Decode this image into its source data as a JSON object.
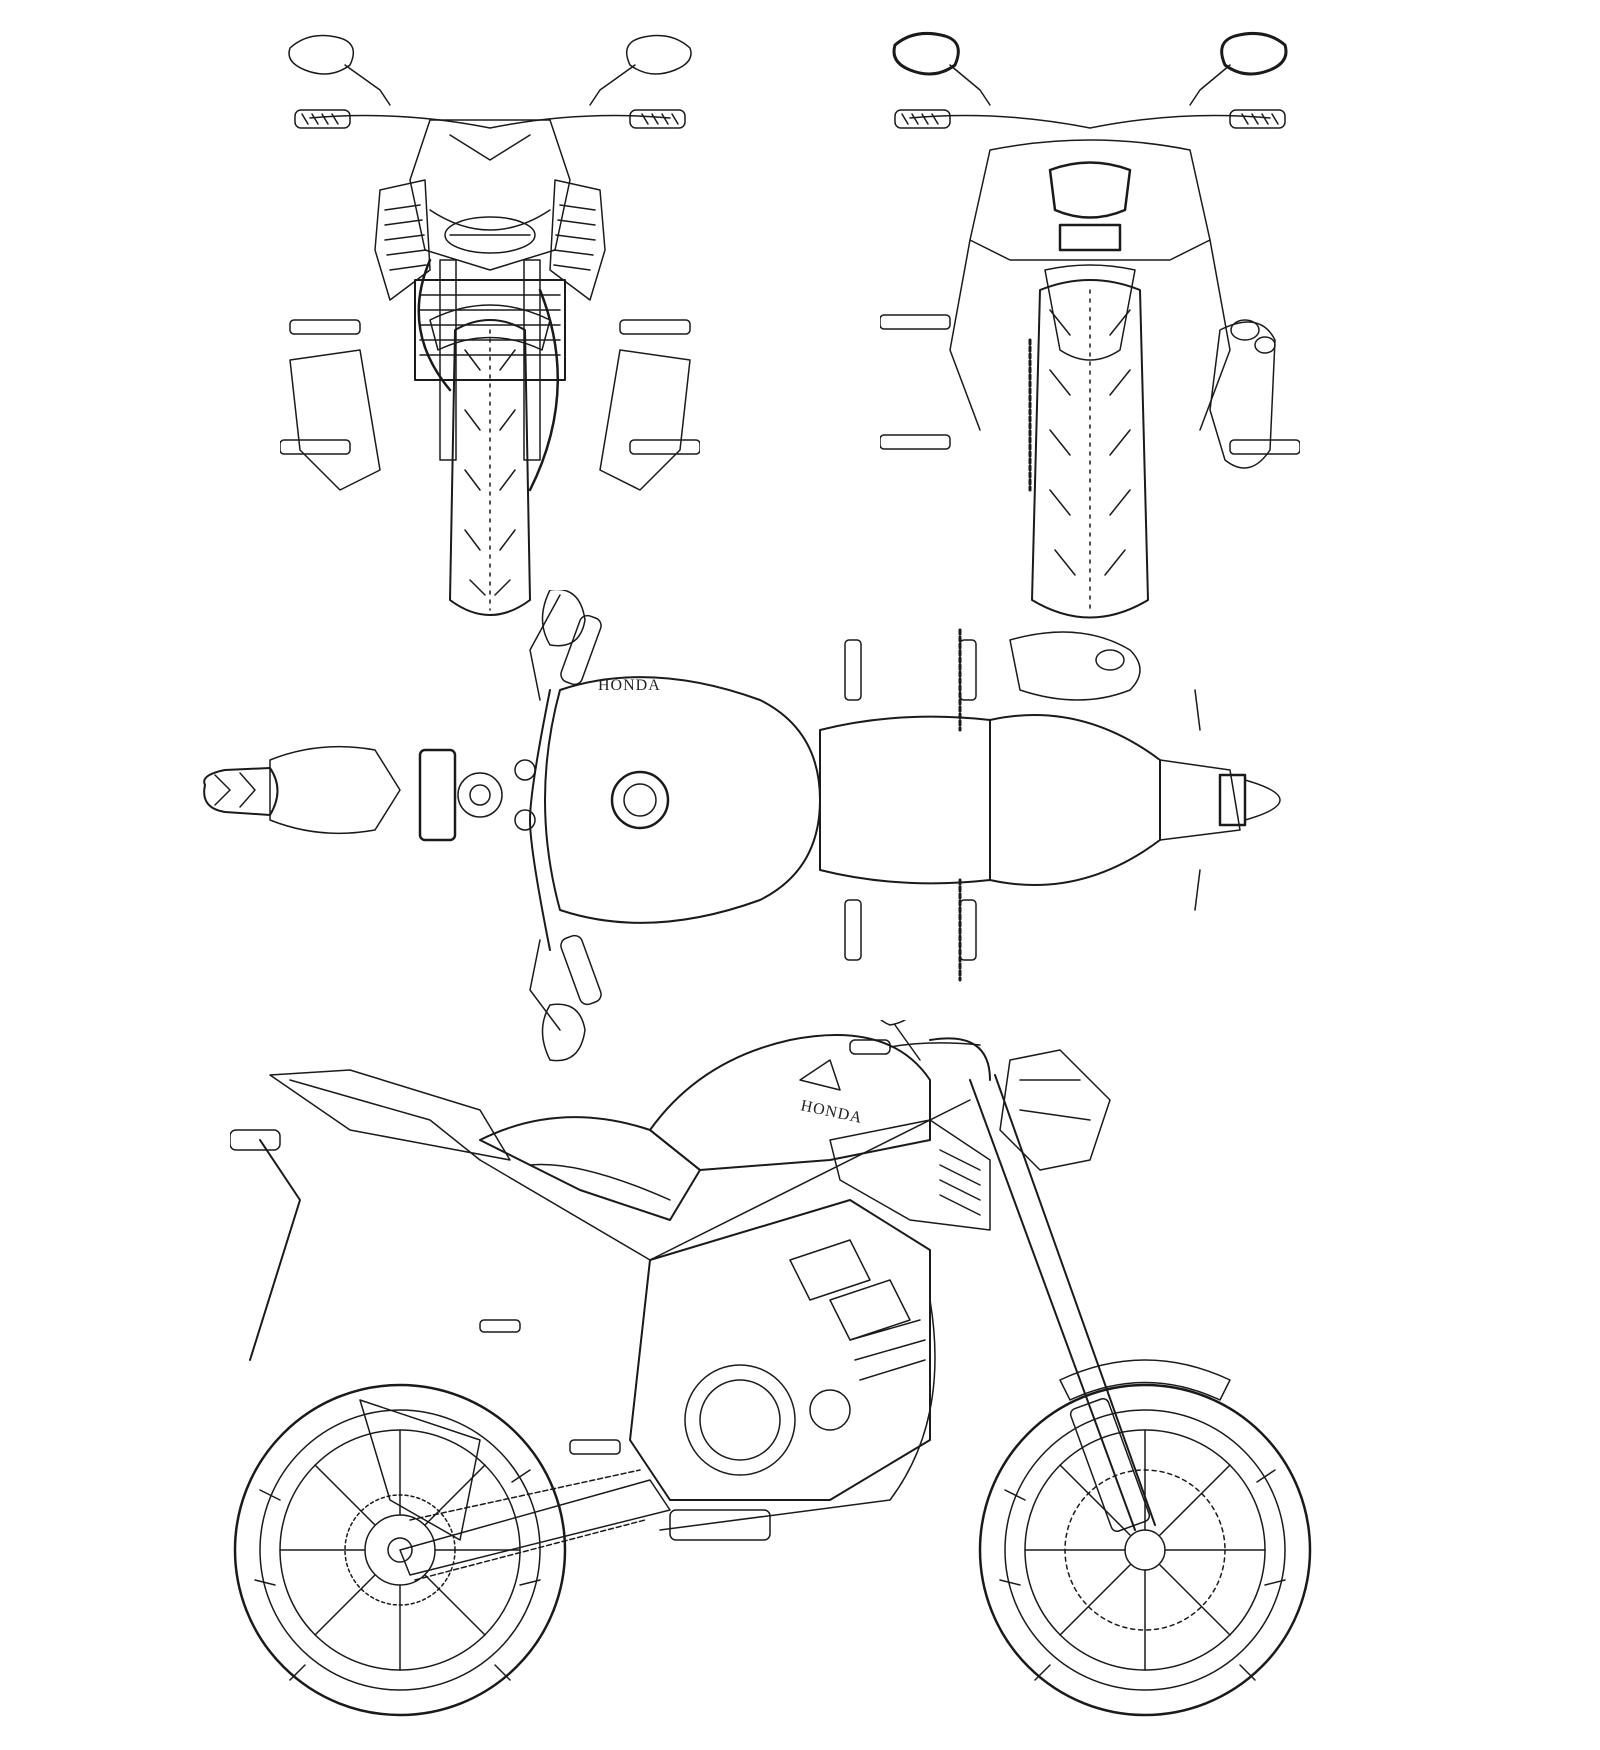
{
  "drawing": {
    "views": [
      {
        "id": "front",
        "icon": "motorcycle-front-view-icon"
      },
      {
        "id": "rear",
        "icon": "motorcycle-rear-view-icon"
      },
      {
        "id": "top",
        "icon": "motorcycle-top-view-icon"
      },
      {
        "id": "side",
        "icon": "motorcycle-side-view-icon"
      }
    ],
    "colors": {
      "line": "#1a1a1a",
      "fill": "#ffffff",
      "stipple": "#9a9a9a"
    }
  },
  "branding": {
    "side_logo": "HONDA",
    "top_logo": "HONDA"
  }
}
